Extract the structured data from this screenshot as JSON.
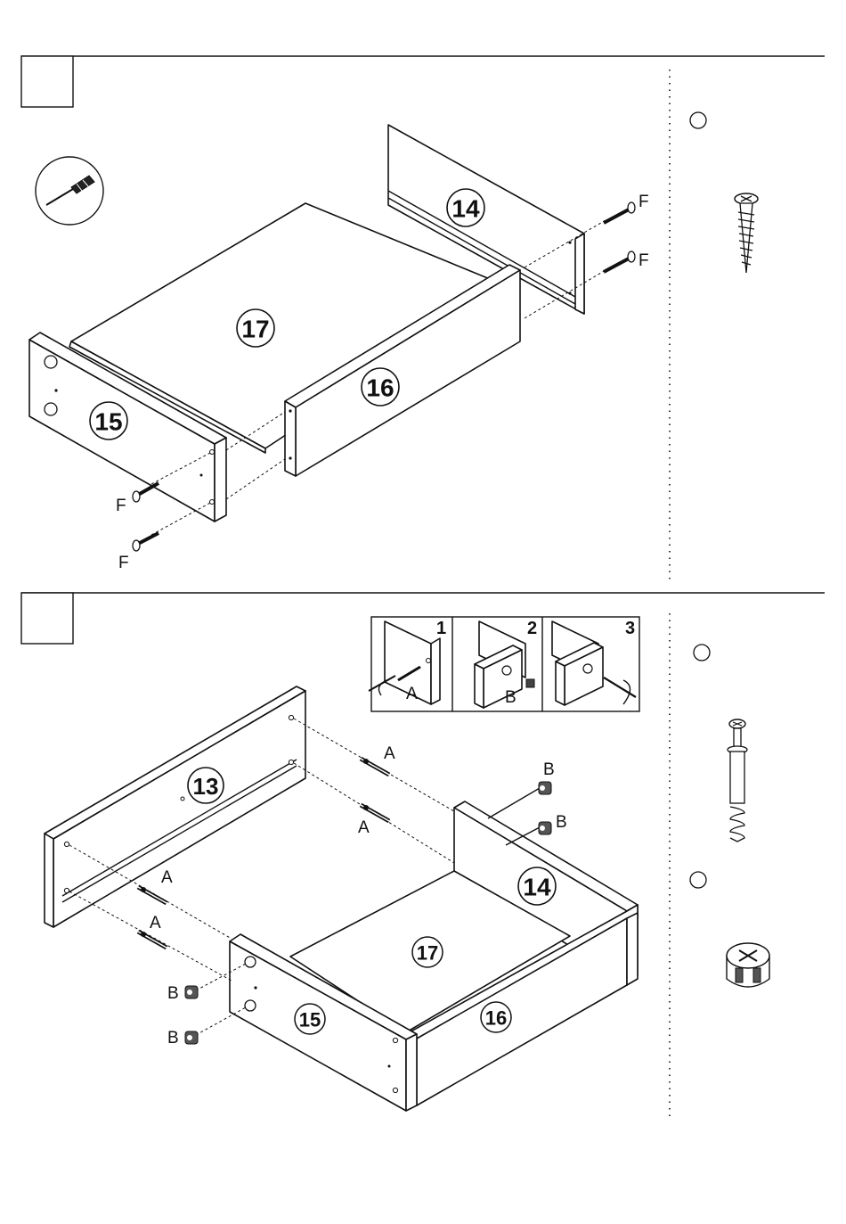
{
  "step1": {
    "parts": {
      "p14": "14",
      "p15": "15",
      "p16": "16",
      "p17": "17"
    },
    "fastener_label": "F",
    "tool_icon": "screwdriver-icon",
    "hardware_icon": "screw-icon"
  },
  "step2": {
    "parts": {
      "p13": "13",
      "p14": "14",
      "p15": "15",
      "p16": "16",
      "p17": "17"
    },
    "cam_bolt_label": "A",
    "cam_lock_label": "B",
    "substeps": [
      "1",
      "2",
      "3"
    ],
    "hardware_icons": [
      "cam-bolt-icon",
      "cam-lock-icon"
    ]
  }
}
